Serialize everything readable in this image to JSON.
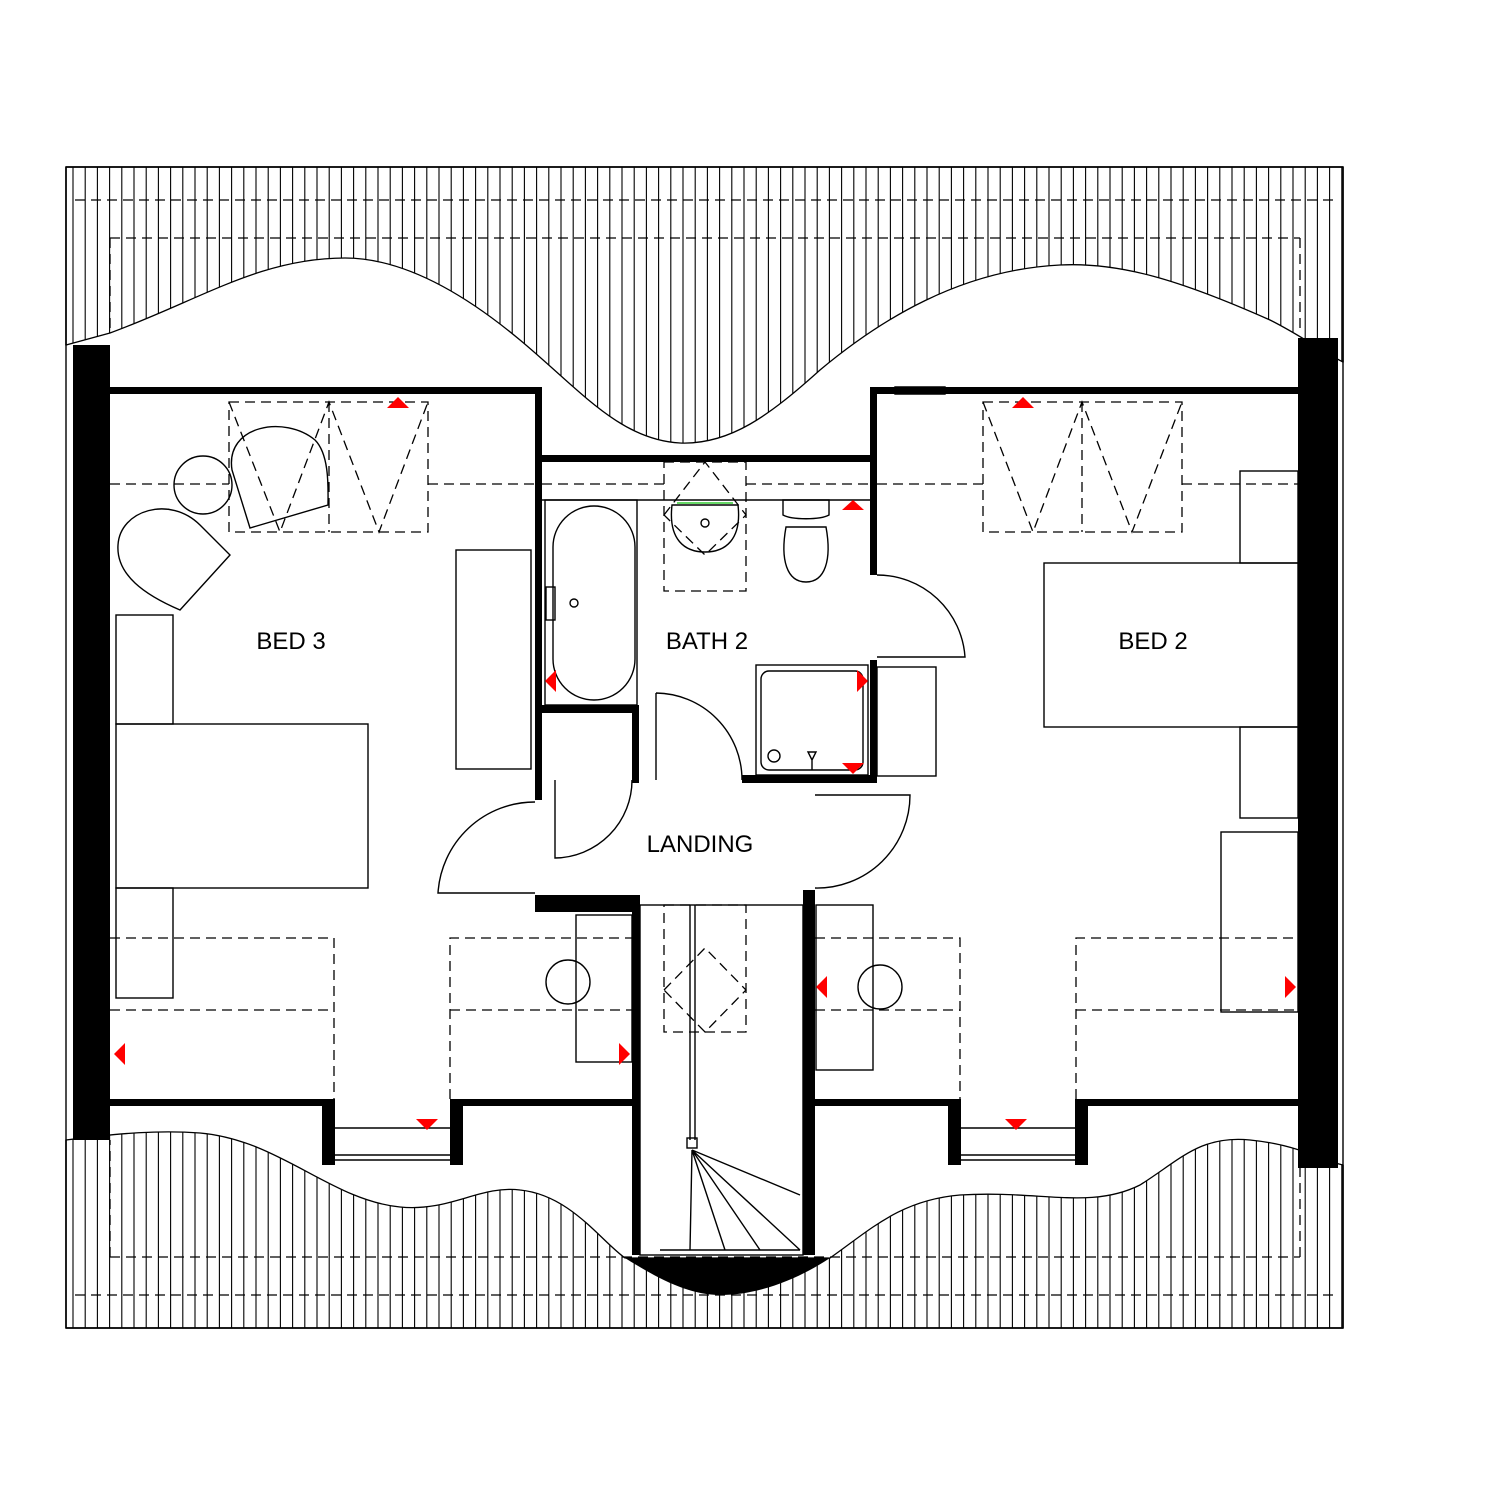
{
  "plan": {
    "rooms": [
      {
        "id": "bed3",
        "label": "BED 3"
      },
      {
        "id": "bath2",
        "label": "BATH 2"
      },
      {
        "id": "bed2",
        "label": "BED 2"
      },
      {
        "id": "landing",
        "label": "LANDING"
      }
    ],
    "colors": {
      "walls": "#000000",
      "arrows": "#ff0000",
      "background": "#ffffff"
    }
  }
}
